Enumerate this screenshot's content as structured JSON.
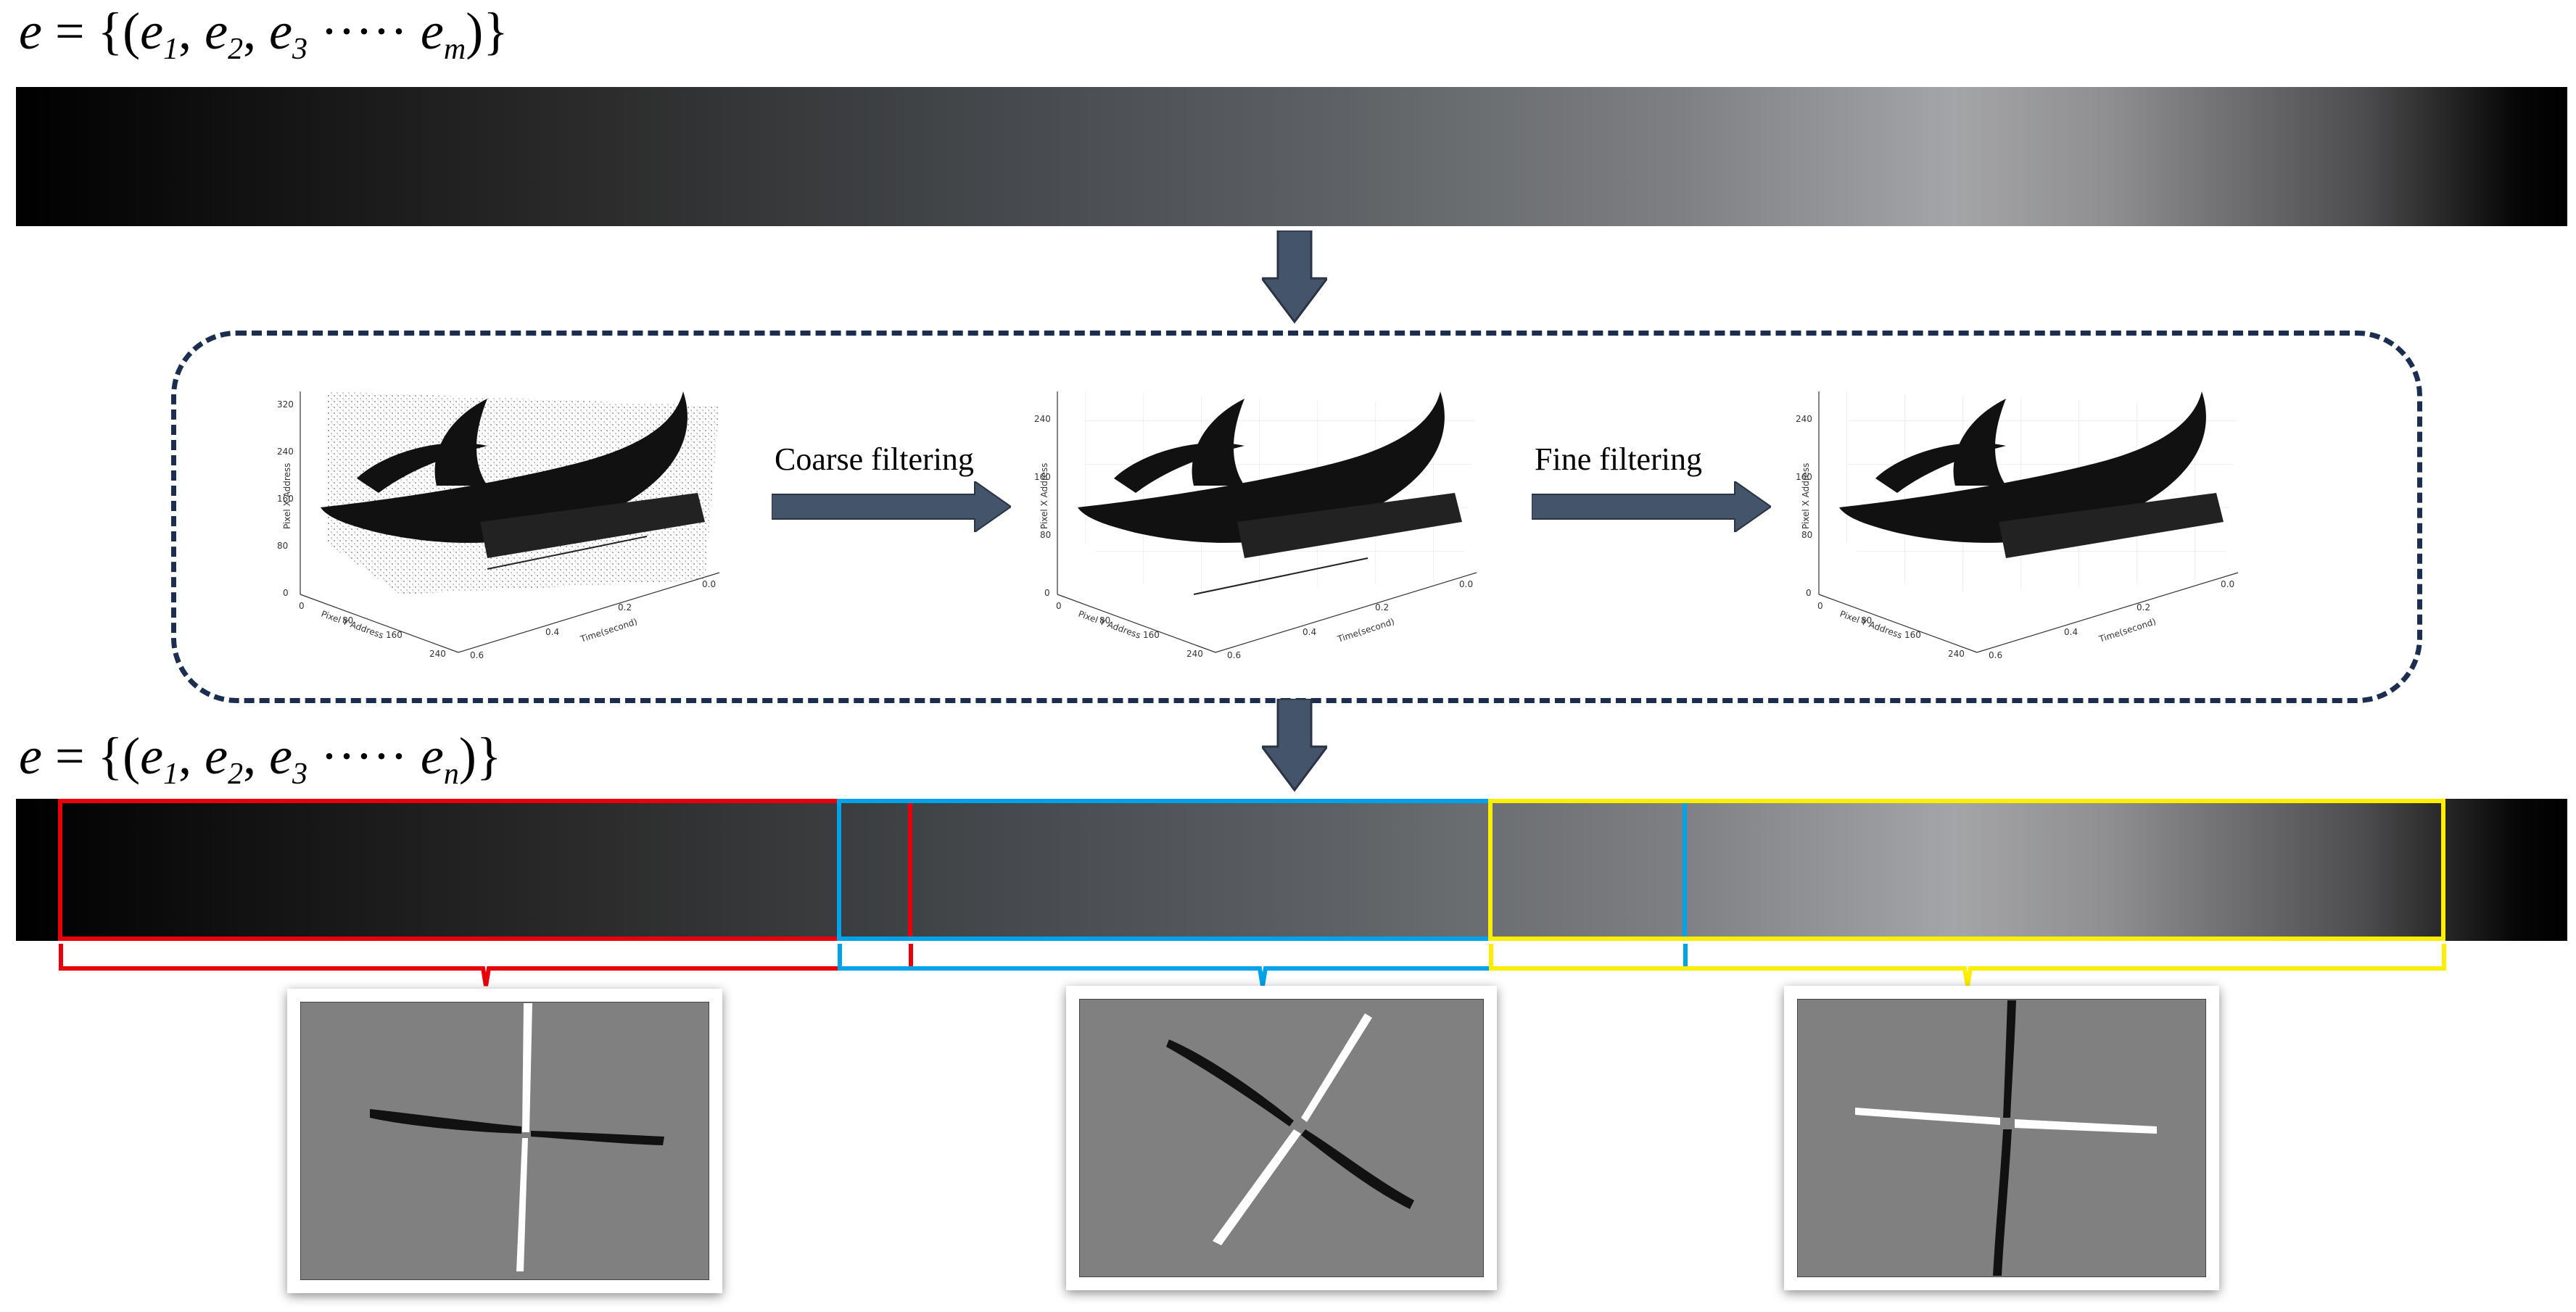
{
  "formula_top": {
    "lhs": "e",
    "eq": "=",
    "open": "{(",
    "e1": "e",
    "s1": "1",
    "e2": "e",
    "s2": "2",
    "e3": "e",
    "s3": "3",
    "dots": "·····",
    "e4": "e",
    "s4": "m",
    "close": ")}"
  },
  "formula_bottom": {
    "lhs": "e",
    "eq": "=",
    "open": "{(",
    "e1": "e",
    "s1": "1",
    "e2": "e",
    "s2": "2",
    "e3": "e",
    "s3": "3",
    "dots": "·····",
    "e4": "e",
    "s4": "n",
    "close": ")}"
  },
  "pipeline": {
    "coarse_label": "Coarse filtering",
    "fine_label": "Fine filtering",
    "plots": [
      {
        "z_axis_label": "Pixel X Address",
        "y_axis_label": "Pixel Y Address",
        "x_axis_label": "Time(second)",
        "z_ticks": [
          "320",
          "240",
          "160",
          "80",
          "0"
        ],
        "y_ticks": [
          "0",
          "80",
          "160",
          "240"
        ],
        "x_ticks": [
          "0.6",
          "0.4",
          "0.2",
          "0.0"
        ]
      },
      {
        "z_axis_label": "Pixel X Address",
        "y_axis_label": "Pixel Y Address",
        "x_axis_label": "Time(second)",
        "z_ticks": [
          "240",
          "160",
          "80",
          "0"
        ],
        "y_ticks": [
          "0",
          "80",
          "160",
          "240"
        ],
        "x_ticks": [
          "0.6",
          "0.4",
          "0.2",
          "0.0"
        ]
      },
      {
        "z_axis_label": "Pixel X Address",
        "y_axis_label": "Pixel Y Address",
        "x_axis_label": "Time(second)",
        "z_ticks": [
          "240",
          "160",
          "80",
          "0"
        ],
        "y_ticks": [
          "0",
          "80",
          "160",
          "240"
        ],
        "x_ticks": [
          "0.6",
          "0.4",
          "0.2",
          "0.0"
        ]
      }
    ]
  },
  "colors": {
    "box_border": "#1c2e4f",
    "arrow_fill": "#44546a",
    "window_red": "#e8000b",
    "window_blue": "#00a2e8",
    "window_yellow": "#ffee00",
    "thumb_bg": "#808080"
  }
}
